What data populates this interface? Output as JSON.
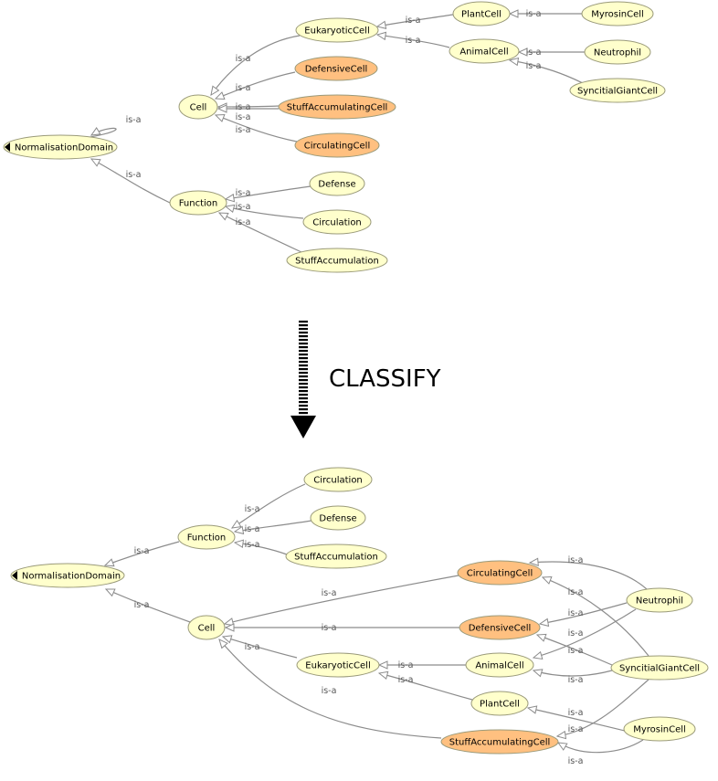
{
  "colors": {
    "plain_fill": "#ffffcc",
    "defined_fill": "#ffc080",
    "edge": "#8c8c8c",
    "text": "#000000"
  },
  "classify_label": "CLASSIFY",
  "edge_label": "is-a",
  "top": {
    "nodes": [
      {
        "id": "t_NormalisationDomain",
        "label": "NormalisationDomain",
        "kind": "plain",
        "marker": true
      },
      {
        "id": "t_Cell",
        "label": "Cell",
        "kind": "plain"
      },
      {
        "id": "t_Function",
        "label": "Function",
        "kind": "plain"
      },
      {
        "id": "t_EukaryoticCell",
        "label": "EukaryoticCell",
        "kind": "plain"
      },
      {
        "id": "t_DefensiveCell",
        "label": "DefensiveCell",
        "kind": "defined"
      },
      {
        "id": "t_StuffAccumulatingCell",
        "label": "StuffAccumulatingCell",
        "kind": "defined"
      },
      {
        "id": "t_CirculatingCell",
        "label": "CirculatingCell",
        "kind": "defined"
      },
      {
        "id": "t_PlantCell",
        "label": "PlantCell",
        "kind": "plain"
      },
      {
        "id": "t_AnimalCell",
        "label": "AnimalCell",
        "kind": "plain"
      },
      {
        "id": "t_MyrosinCell",
        "label": "MyrosinCell",
        "kind": "plain"
      },
      {
        "id": "t_Neutrophil",
        "label": "Neutrophil",
        "kind": "plain"
      },
      {
        "id": "t_SyncitialGiantCell",
        "label": "SyncitialGiantCell",
        "kind": "plain"
      },
      {
        "id": "t_Defense",
        "label": "Defense",
        "kind": "plain"
      },
      {
        "id": "t_Circulation",
        "label": "Circulation",
        "kind": "plain"
      },
      {
        "id": "t_StuffAccumulation",
        "label": "StuffAccumulation",
        "kind": "plain"
      }
    ],
    "edges": [
      {
        "from": "t_Cell",
        "to": "t_NormalisationDomain",
        "label": "is-a"
      },
      {
        "from": "t_Function",
        "to": "t_NormalisationDomain",
        "label": "is-a"
      },
      {
        "from": "t_EukaryoticCell",
        "to": "t_Cell",
        "label": "is-a"
      },
      {
        "from": "t_DefensiveCell",
        "to": "t_Cell",
        "label": "is-a"
      },
      {
        "from": "t_StuffAccumulatingCell",
        "to": "t_Cell",
        "label": "is-a"
      },
      {
        "from": "t_StuffAccumulatingCell",
        "to": "t_Cell",
        "label": "is-a"
      },
      {
        "from": "t_CirculatingCell",
        "to": "t_Cell",
        "label": "is-a"
      },
      {
        "from": "t_PlantCell",
        "to": "t_EukaryoticCell",
        "label": "is-a"
      },
      {
        "from": "t_AnimalCell",
        "to": "t_EukaryoticCell",
        "label": "is-a"
      },
      {
        "from": "t_MyrosinCell",
        "to": "t_PlantCell",
        "label": "is-a"
      },
      {
        "from": "t_Neutrophil",
        "to": "t_AnimalCell",
        "label": "is-a"
      },
      {
        "from": "t_SyncitialGiantCell",
        "to": "t_AnimalCell",
        "label": "is-a"
      },
      {
        "from": "t_Defense",
        "to": "t_Function",
        "label": "is-a"
      },
      {
        "from": "t_Circulation",
        "to": "t_Function",
        "label": "is-a"
      },
      {
        "from": "t_StuffAccumulation",
        "to": "t_Function",
        "label": "is-a"
      }
    ]
  },
  "bottom": {
    "nodes": [
      {
        "id": "b_NormalisationDomain",
        "label": "NormalisationDomain",
        "kind": "plain",
        "marker": true
      },
      {
        "id": "b_Function",
        "label": "Function",
        "kind": "plain"
      },
      {
        "id": "b_Circulation",
        "label": "Circulation",
        "kind": "plain"
      },
      {
        "id": "b_Defense",
        "label": "Defense",
        "kind": "plain"
      },
      {
        "id": "b_StuffAccumulation",
        "label": "StuffAccumulation",
        "kind": "plain"
      },
      {
        "id": "b_Cell",
        "label": "Cell",
        "kind": "plain"
      },
      {
        "id": "b_CirculatingCell",
        "label": "CirculatingCell",
        "kind": "defined"
      },
      {
        "id": "b_DefensiveCell",
        "label": "DefensiveCell",
        "kind": "defined"
      },
      {
        "id": "b_EukaryoticCell",
        "label": "EukaryoticCell",
        "kind": "plain"
      },
      {
        "id": "b_AnimalCell",
        "label": "AnimalCell",
        "kind": "plain"
      },
      {
        "id": "b_PlantCell",
        "label": "PlantCell",
        "kind": "plain"
      },
      {
        "id": "b_StuffAccumulatingCell",
        "label": "StuffAccumulatingCell",
        "kind": "defined"
      },
      {
        "id": "b_Neutrophil",
        "label": "Neutrophil",
        "kind": "plain"
      },
      {
        "id": "b_SyncitialGiantCell",
        "label": "SyncitialGiantCell",
        "kind": "plain"
      },
      {
        "id": "b_MyrosinCell",
        "label": "MyrosinCell",
        "kind": "plain"
      }
    ],
    "edges": [
      {
        "from": "b_Function",
        "to": "b_NormalisationDomain",
        "label": "is-a"
      },
      {
        "from": "b_Cell",
        "to": "b_NormalisationDomain",
        "label": "is-a"
      },
      {
        "from": "b_Circulation",
        "to": "b_Function",
        "label": "is-a"
      },
      {
        "from": "b_Defense",
        "to": "b_Function",
        "label": "is-a"
      },
      {
        "from": "b_StuffAccumulation",
        "to": "b_Function",
        "label": "is-a"
      },
      {
        "from": "b_CirculatingCell",
        "to": "b_Cell",
        "label": "is-a"
      },
      {
        "from": "b_DefensiveCell",
        "to": "b_Cell",
        "label": "is-a"
      },
      {
        "from": "b_EukaryoticCell",
        "to": "b_Cell",
        "label": "is-a"
      },
      {
        "from": "b_StuffAccumulatingCell",
        "to": "b_Cell",
        "label": "is-a"
      },
      {
        "from": "b_AnimalCell",
        "to": "b_EukaryoticCell",
        "label": "is-a"
      },
      {
        "from": "b_PlantCell",
        "to": "b_EukaryoticCell",
        "label": "is-a"
      },
      {
        "from": "b_Neutrophil",
        "to": "b_CirculatingCell",
        "label": "is-a"
      },
      {
        "from": "b_Neutrophil",
        "to": "b_DefensiveCell",
        "label": "is-a"
      },
      {
        "from": "b_Neutrophil",
        "to": "b_AnimalCell",
        "label": "is-a"
      },
      {
        "from": "b_SyncitialGiantCell",
        "to": "b_CirculatingCell",
        "label": "is-a"
      },
      {
        "from": "b_SyncitialGiantCell",
        "to": "b_DefensiveCell",
        "label": "is-a"
      },
      {
        "from": "b_SyncitialGiantCell",
        "to": "b_AnimalCell",
        "label": "is-a"
      },
      {
        "from": "b_SyncitialGiantCell",
        "to": "b_StuffAccumulatingCell",
        "label": "is-a"
      },
      {
        "from": "b_MyrosinCell",
        "to": "b_PlantCell",
        "label": "is-a"
      },
      {
        "from": "b_MyrosinCell",
        "to": "b_StuffAccumulatingCell",
        "label": "is-a"
      }
    ]
  }
}
